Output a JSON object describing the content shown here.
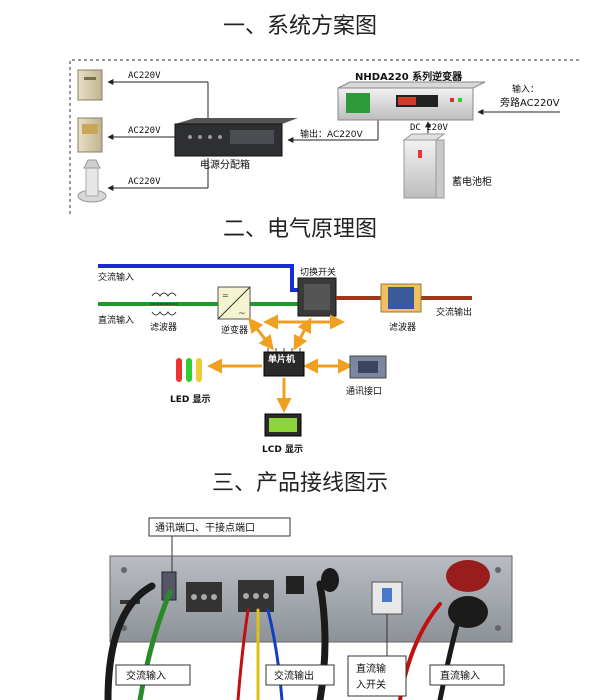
{
  "titles": {
    "section1": "一、系统方案图",
    "section2": "二、电气原理图",
    "section3": "三、产品接线图示"
  },
  "section1": {
    "ac_label_1": "AC220V",
    "ac_label_2": "AC220V",
    "ac_label_3": "AC220V",
    "distribution_box": "电源分配箱",
    "output_label": "输出：AC220V",
    "inverter_name": "NHDA220 系列逆变器",
    "input_label_line1": "输入：",
    "input_label_line2": "旁路AC220V",
    "dc_label": "DC 220V",
    "battery_cabinet": "蓄电池柜"
  },
  "section2": {
    "ac_input": "交流输入",
    "dc_input": "直流输入",
    "filter_left": "滤波器",
    "inverter": "逆变器",
    "switch": "切换开关",
    "filter_right": "滤波器",
    "ac_output": "交流输出",
    "mcu": "单片机",
    "led_display": "LED 显示",
    "comm_port": "通讯接口",
    "lcd_display": "LCD 显示"
  },
  "section3": {
    "comm_dry_contact": "通讯端口、干接点端口",
    "ac_input": "交流输入",
    "ac_output": "交流输出",
    "dc_switch_line1": "直流输",
    "dc_switch_line2": "入开关",
    "dc_input": "直流输入"
  },
  "colors": {
    "ac_line": "#1a2bd6",
    "dc_line": "#1f9a2a",
    "output_line": "#9a3a1a",
    "control_arrow": "#f0a020"
  }
}
